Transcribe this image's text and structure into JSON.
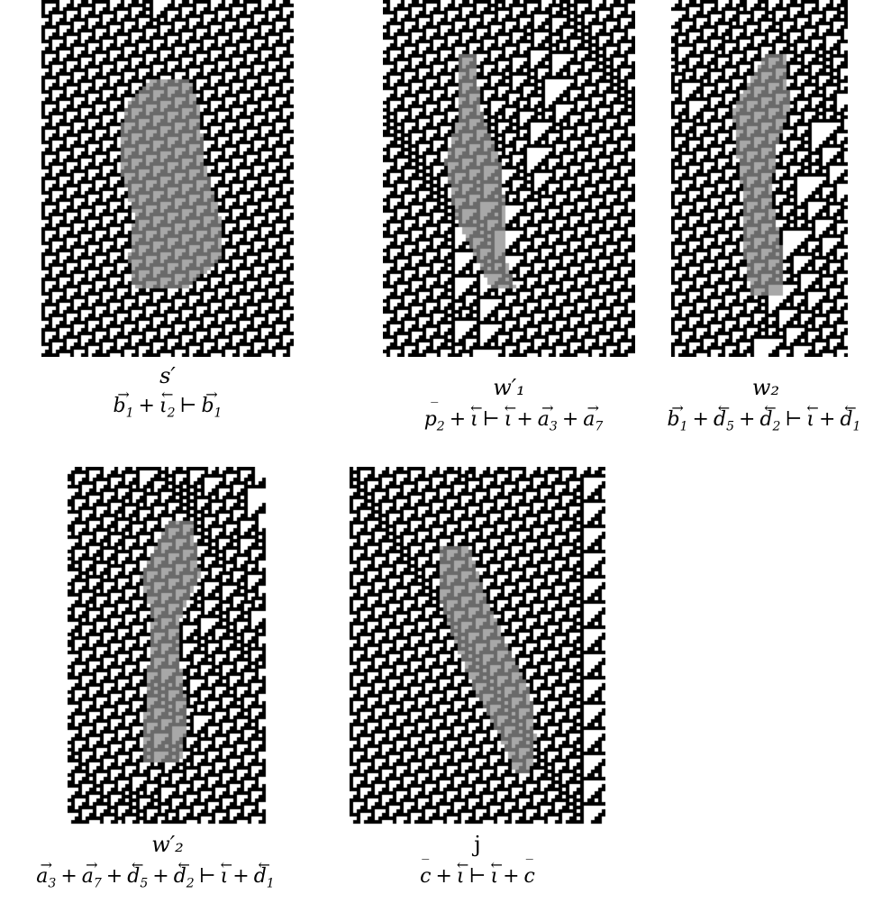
{
  "colors": {
    "cell_on": "#000000",
    "cell_off": "#ffffff",
    "highlight": "#a8a8a8"
  },
  "panels": [
    {
      "id": "s-prime",
      "label": "s′",
      "rule": [
        {
          "s": "b",
          "sub": "1",
          "arr": "→"
        },
        {
          "op": "+"
        },
        {
          "s": "ι",
          "sub": "2",
          "arr": "←"
        },
        {
          "op": "⊢"
        },
        {
          "s": "b",
          "sub": "1",
          "arr": "→"
        }
      ]
    },
    {
      "id": "w1-prime",
      "label": "w′₁",
      "rule": [
        {
          "s": "p",
          "sub": "2",
          "arr": "‾"
        },
        {
          "op": "+"
        },
        {
          "s": "ι",
          "sub": "",
          "arr": "←"
        },
        {
          "op": "⊢"
        },
        {
          "s": "ι",
          "sub": "",
          "arr": "←"
        },
        {
          "op": "+"
        },
        {
          "s": "a",
          "sub": "3",
          "arr": "→"
        },
        {
          "op": "+"
        },
        {
          "s": "a",
          "sub": "7",
          "arr": "→"
        }
      ]
    },
    {
      "id": "w2",
      "label": "w₂",
      "rule": [
        {
          "s": "b",
          "sub": "1",
          "arr": "→"
        },
        {
          "op": "+"
        },
        {
          "s": "d",
          "sub": "5",
          "arr": "←"
        },
        {
          "op": "+"
        },
        {
          "s": "d",
          "sub": "2",
          "arr": "←"
        },
        {
          "op": "⊢"
        },
        {
          "s": "ι",
          "sub": "",
          "arr": "←"
        },
        {
          "op": "+"
        },
        {
          "s": "d",
          "sub": "1",
          "arr": "←"
        }
      ]
    },
    {
      "id": "w2-prime",
      "label": "w′₂",
      "rule": [
        {
          "s": "a",
          "sub": "3",
          "arr": "→"
        },
        {
          "op": "+"
        },
        {
          "s": "a",
          "sub": "7",
          "arr": "→"
        },
        {
          "op": "+"
        },
        {
          "s": "d",
          "sub": "5",
          "arr": "←"
        },
        {
          "op": "+"
        },
        {
          "s": "d",
          "sub": "2",
          "arr": "←"
        },
        {
          "op": "⊢"
        },
        {
          "s": "ι",
          "sub": "",
          "arr": "←"
        },
        {
          "op": "+"
        },
        {
          "s": "d",
          "sub": "1",
          "arr": "←"
        }
      ]
    },
    {
      "id": "j",
      "label": "j",
      "rule": [
        {
          "s": "c",
          "sub": "",
          "arr": "‾"
        },
        {
          "op": "+"
        },
        {
          "s": "ι",
          "sub": "",
          "arr": "←"
        },
        {
          "op": "⊢"
        },
        {
          "s": "ι",
          "sub": "",
          "arr": "←"
        },
        {
          "op": "+"
        },
        {
          "s": "c",
          "sub": "",
          "arr": "‾"
        }
      ]
    }
  ]
}
